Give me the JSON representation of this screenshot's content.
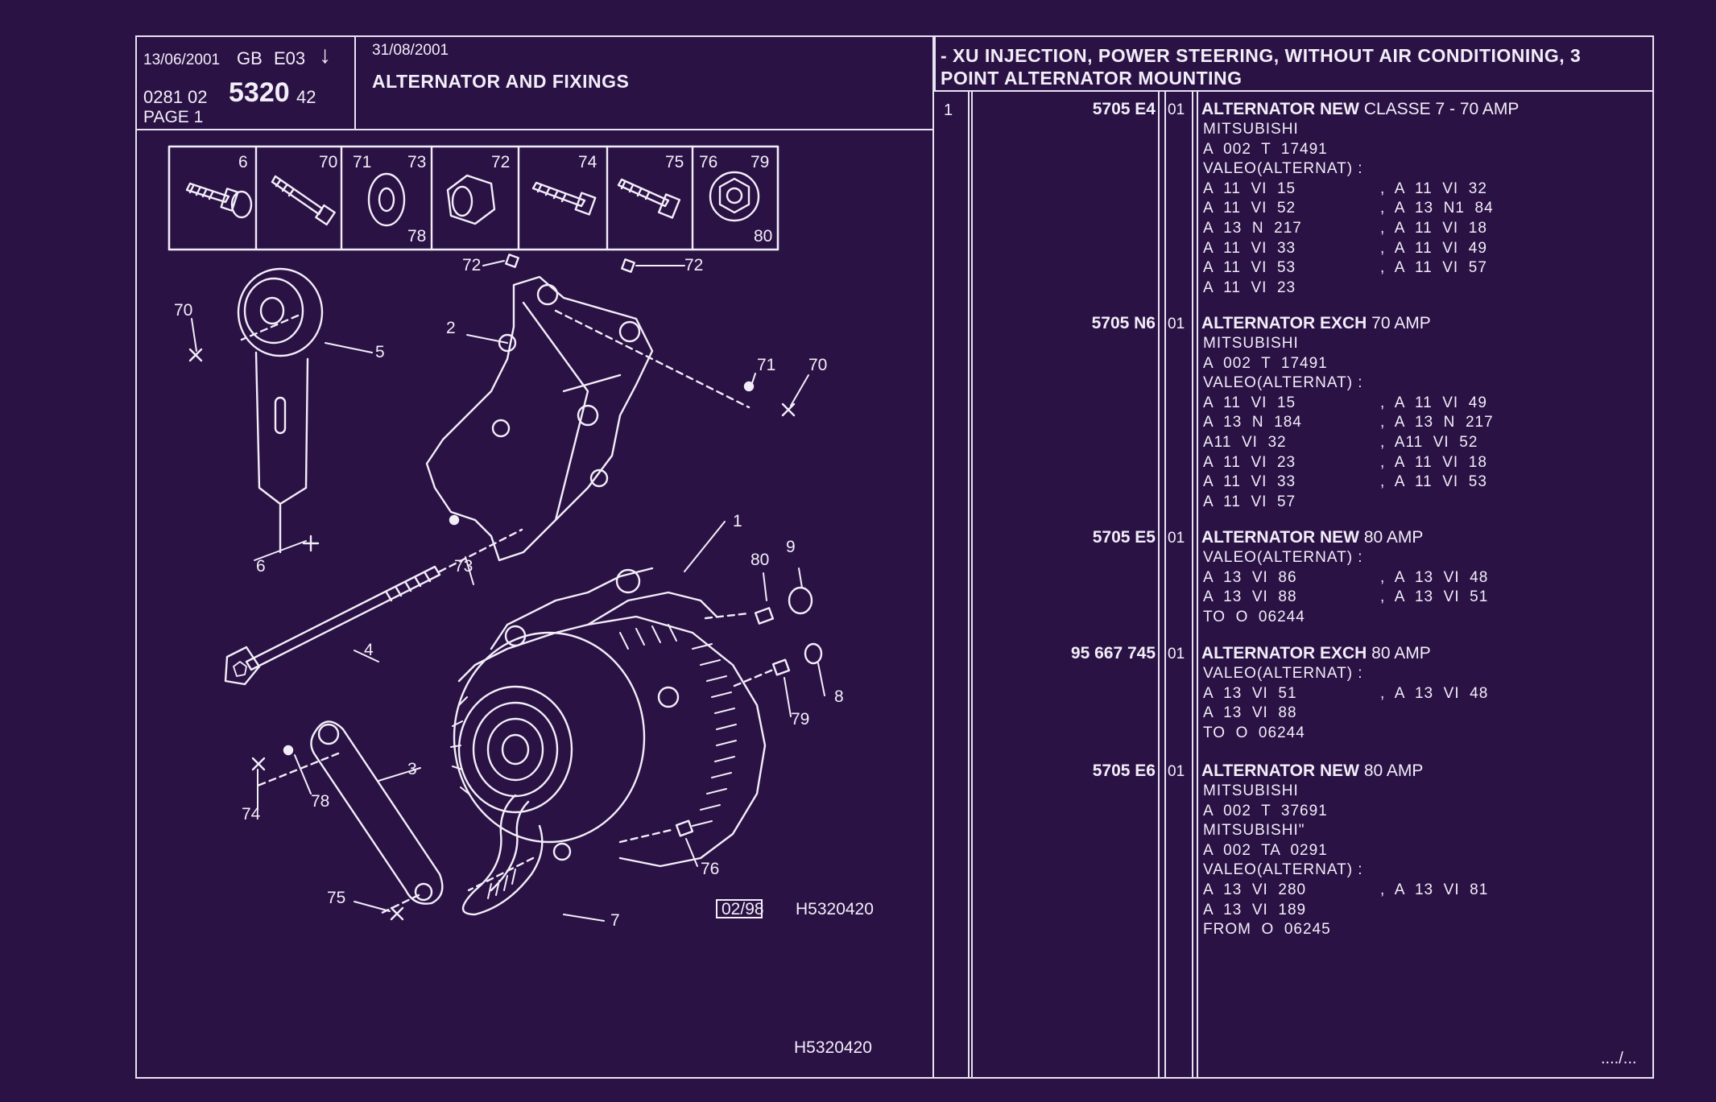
{
  "header": {
    "date1": "13/06/2001",
    "lang": "GB",
    "code": "E03",
    "arrow": "↓",
    "ref_prefix": "0281 02",
    "ref_main": "5320",
    "ref_suffix": "42",
    "page_label": "PAGE 1",
    "date2": "31/08/2001",
    "section_title": "ALTERNATOR AND FIXINGS",
    "variant_line1": "- XU INJECTION, POWER STEERING, WITHOUT AIR CONDITIONING, 3",
    "variant_line2": "POINT ALTERNATOR MOUNTING"
  },
  "thumbs": {
    "labels": [
      "6",
      "70",
      "71",
      "73",
      "78",
      "72",
      "74",
      "75",
      "76",
      "79",
      "80"
    ]
  },
  "diagram": {
    "callouts": [
      "72",
      "72",
      "2",
      "70",
      "5",
      "71",
      "70",
      "6",
      "73",
      "1",
      "9",
      "80",
      "4",
      "8",
      "79",
      "3",
      "74",
      "78",
      "7",
      "76",
      "75"
    ],
    "date_box": "02/98",
    "ref_code": "H5320420",
    "ref_code_bottom": "H5320420"
  },
  "item_number": "1",
  "parts": [
    {
      "part_no": "5705 E4",
      "qty": "01",
      "name": "ALTERNATOR NEW",
      "spec": " CLASSE 7 - 70 AMP",
      "lines": [
        [
          "MITSUBISHI",
          ""
        ],
        [
          "A  002  T  17491",
          ""
        ],
        [
          "VALEO(ALTERNAT) :",
          ""
        ],
        [
          "A  11  VI  15",
          ",  A  11  VI  32"
        ],
        [
          "A  11  VI  52",
          ",  A  13  N1  84"
        ],
        [
          "A  13  N  217",
          ",  A  11  VI  18"
        ],
        [
          "A  11  VI  33",
          ",  A  11  VI  49"
        ],
        [
          "A  11  VI  53",
          ",  A  11  VI  57"
        ],
        [
          "A  11  VI  23",
          ""
        ]
      ]
    },
    {
      "part_no": "5705 N6",
      "qty": "01",
      "name": "ALTERNATOR EXCH",
      "spec": " 70 AMP",
      "lines": [
        [
          "MITSUBISHI",
          ""
        ],
        [
          "A  002  T  17491",
          ""
        ],
        [
          "VALEO(ALTERNAT) :",
          ""
        ],
        [
          "A  11  VI  15",
          ",  A  11  VI  49"
        ],
        [
          "A  13  N  184",
          ",  A  13  N  217"
        ],
        [
          "A11  VI  32",
          ",  A11  VI  52"
        ],
        [
          "A  11  VI  23",
          ",  A  11  VI  18"
        ],
        [
          "A  11  VI  33",
          ",  A  11  VI  53"
        ],
        [
          "A  11  VI  57",
          ""
        ]
      ]
    },
    {
      "part_no": "5705 E5",
      "qty": "01",
      "name": "ALTERNATOR NEW",
      "spec": " 80 AMP",
      "lines": [
        [
          "VALEO(ALTERNAT) :",
          ""
        ],
        [
          "A  13  VI  86",
          ",  A  13  VI  48"
        ],
        [
          "A  13  VI  88",
          ",  A  13  VI  51"
        ],
        [
          "TO  O  06244",
          ""
        ]
      ]
    },
    {
      "part_no": "95 667 745",
      "qty": "01",
      "name": "ALTERNATOR EXCH",
      "spec": " 80 AMP",
      "lines": [
        [
          "VALEO(ALTERNAT) :",
          ""
        ],
        [
          "A  13  VI  51",
          ",  A  13  VI  48"
        ],
        [
          "A  13  VI  88",
          ""
        ],
        [
          "TO  O  06244",
          ""
        ]
      ]
    },
    {
      "part_no": "5705 E6",
      "qty": "01",
      "name": "ALTERNATOR NEW",
      "spec": " 80 AMP",
      "lines": [
        [
          "MITSUBISHI",
          ""
        ],
        [
          "A  002  T  37691",
          ""
        ],
        [
          "MITSUBISHI\"",
          ""
        ],
        [
          "A  002  TA  0291",
          ""
        ],
        [
          "VALEO(ALTERNAT) :",
          ""
        ],
        [
          "A  13  VI  280",
          ",  A  13  VI  81"
        ],
        [
          "A  13  VI  189",
          ""
        ],
        [
          "FROM  O  06245",
          ""
        ]
      ]
    }
  ],
  "continuation": "..../..."
}
